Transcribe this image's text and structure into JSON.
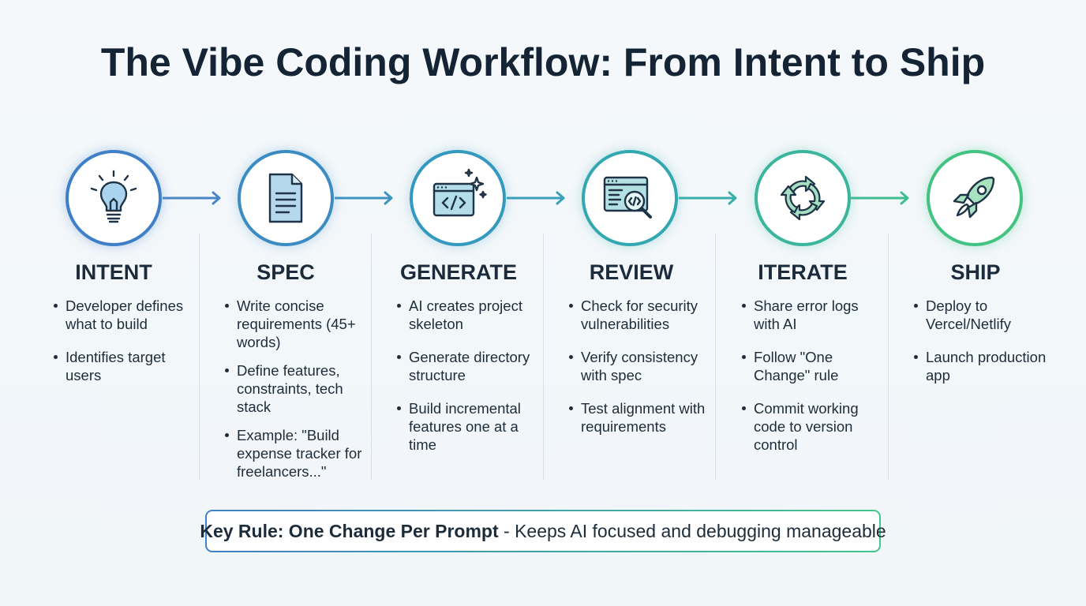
{
  "title": "The Vibe Coding Workflow: From Intent to Ship",
  "steps": [
    {
      "heading": "INTENT",
      "icon": "lightbulb-icon",
      "color": "#3f7fc7",
      "bullets": [
        "Developer defines what to build",
        "Identifies target users"
      ]
    },
    {
      "heading": "SPEC",
      "icon": "document-icon",
      "color": "#3a8cc2",
      "bullets": [
        "Write concise requirements (45+ words)",
        "Define features, constraints, tech stack",
        "Example: \"Build expense tracker for freelancers...\""
      ]
    },
    {
      "heading": "GENERATE",
      "icon": "code-window-sparkle-icon",
      "color": "#3499be",
      "bullets": [
        "AI creates project skeleton",
        "Generate directory structure",
        "Build incremental features one at a time"
      ]
    },
    {
      "heading": "REVIEW",
      "icon": "code-magnifier-icon",
      "color": "#34a8b1",
      "bullets": [
        "Check for security vulnerabilities",
        "Verify consistency with spec",
        "Test alignment with requirements"
      ]
    },
    {
      "heading": "ITERATE",
      "icon": "refresh-cycle-icon",
      "color": "#3bb69d",
      "bullets": [
        "Share error logs with AI",
        "Follow \"One Change\" rule",
        "Commit working code to version control"
      ]
    },
    {
      "heading": "SHIP",
      "icon": "rocket-icon",
      "color": "#43c381",
      "bullets": [
        "Deploy to Vercel/Netlify",
        "Launch production app"
      ]
    }
  ],
  "key_rule": {
    "bold": "Key Rule: One Change Per Prompt",
    "rest": " - Keeps AI focused and debugging manageable"
  }
}
